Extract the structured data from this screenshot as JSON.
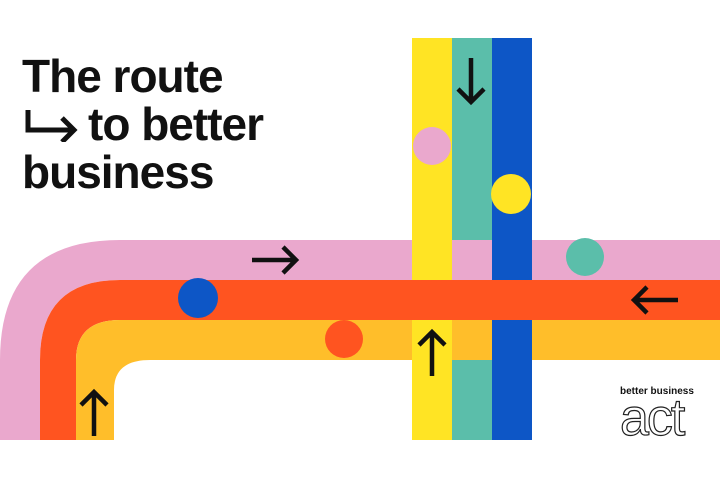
{
  "headline": {
    "line1": "The route",
    "line2": "to better",
    "line3": "business"
  },
  "logo": {
    "small_text": "better business",
    "big_text": "act"
  },
  "icons": {
    "headline_arrow": "hook-right-arrow-icon",
    "track_arrows": [
      "arrow-down-icon",
      "arrow-right-icon",
      "arrow-left-icon",
      "arrow-up-icon",
      "arrow-up-icon"
    ]
  },
  "colors": {
    "pink": "#eaa8cd",
    "red_orange": "#ff5420",
    "amber": "#ffbe2a",
    "yellow": "#ffe424",
    "teal": "#5bbeaa",
    "blue": "#0d56c6",
    "dot_pink": "#eaa8cd",
    "dot_yellow": "#ffe424",
    "dot_teal": "#5bbeaa",
    "dot_blue": "#0d56c6",
    "dot_orange": "#ff5420",
    "ink": "#111111"
  }
}
